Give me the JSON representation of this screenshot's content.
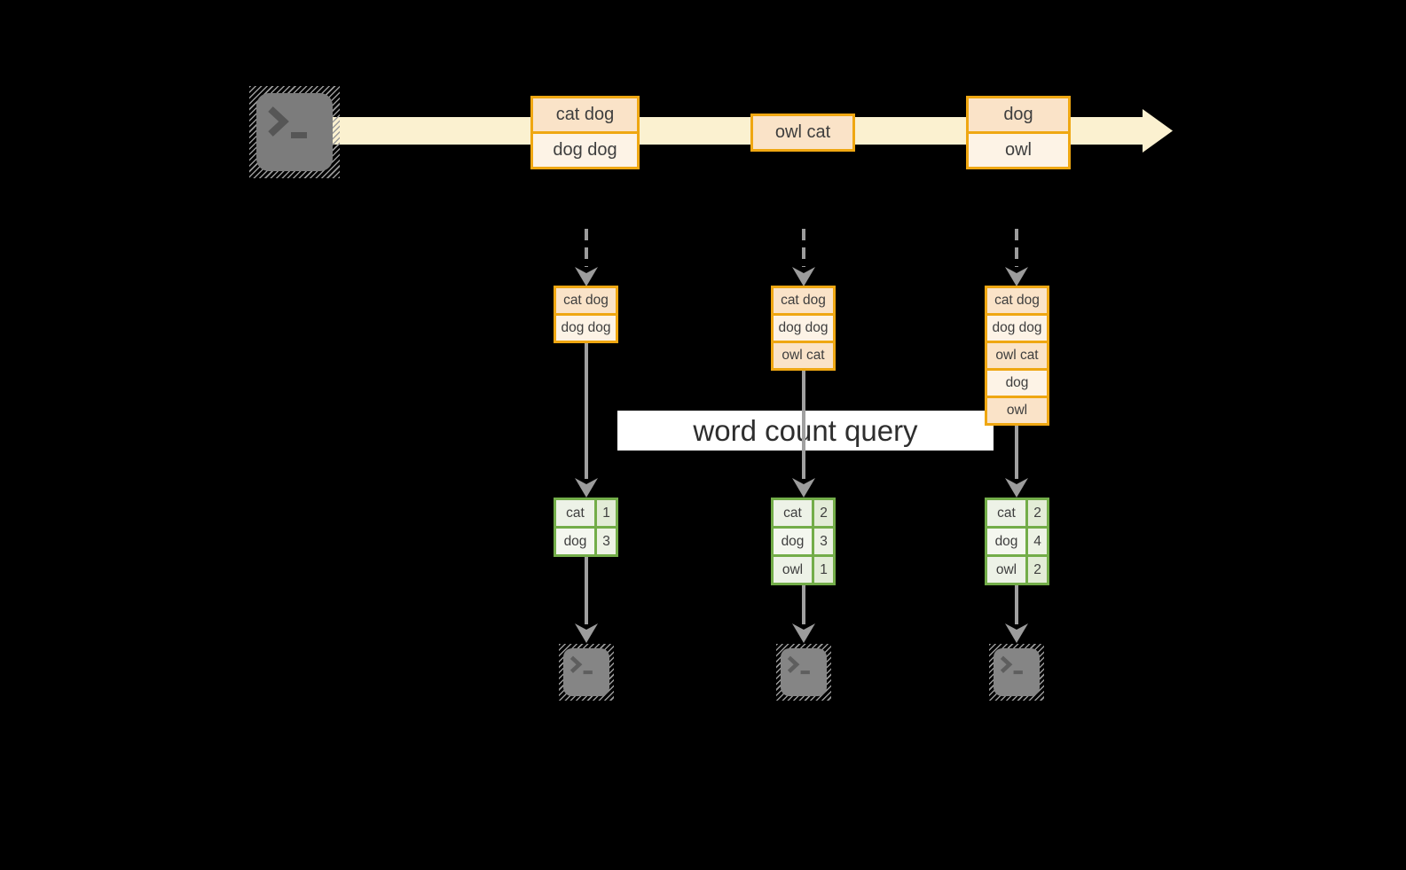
{
  "stream": {
    "source_icon": "terminal-icon",
    "events": [
      {
        "lines": [
          "cat dog",
          "dog dog"
        ]
      },
      {
        "lines": [
          "owl cat"
        ]
      },
      {
        "lines": [
          "dog",
          "owl"
        ]
      }
    ]
  },
  "query": {
    "label": "word count query"
  },
  "columns": [
    {
      "buffer": [
        "cat dog",
        "dog dog"
      ],
      "counts": [
        {
          "word": "cat",
          "count": "1"
        },
        {
          "word": "dog",
          "count": "3"
        }
      ],
      "sink_icon": "terminal-icon"
    },
    {
      "buffer": [
        "cat dog",
        "dog dog",
        "owl cat"
      ],
      "counts": [
        {
          "word": "cat",
          "count": "2"
        },
        {
          "word": "dog",
          "count": "3"
        },
        {
          "word": "owl",
          "count": "1"
        }
      ],
      "sink_icon": "terminal-icon"
    },
    {
      "buffer": [
        "cat dog",
        "dog dog",
        "owl cat",
        "dog",
        "owl"
      ],
      "counts": [
        {
          "word": "cat",
          "count": "2"
        },
        {
          "word": "dog",
          "count": "4"
        },
        {
          "word": "owl",
          "count": "2"
        }
      ],
      "sink_icon": "terminal-icon"
    }
  ],
  "colors": {
    "background": "#000000",
    "stream_band": "#fbf1d0",
    "event_border": "#efa712",
    "event_fill_dark": "#fae3c8",
    "event_fill_light": "#fdf3e6",
    "table_border": "#73ad49",
    "table_fill_dark": "#edf2e7",
    "table_fill_light": "#f4f7ef",
    "arrow_gray": "#9c9c9c",
    "terminal_gray": "#7c7c7c",
    "query_label_bg": "#ffffff",
    "text": "#3e3e3e"
  }
}
